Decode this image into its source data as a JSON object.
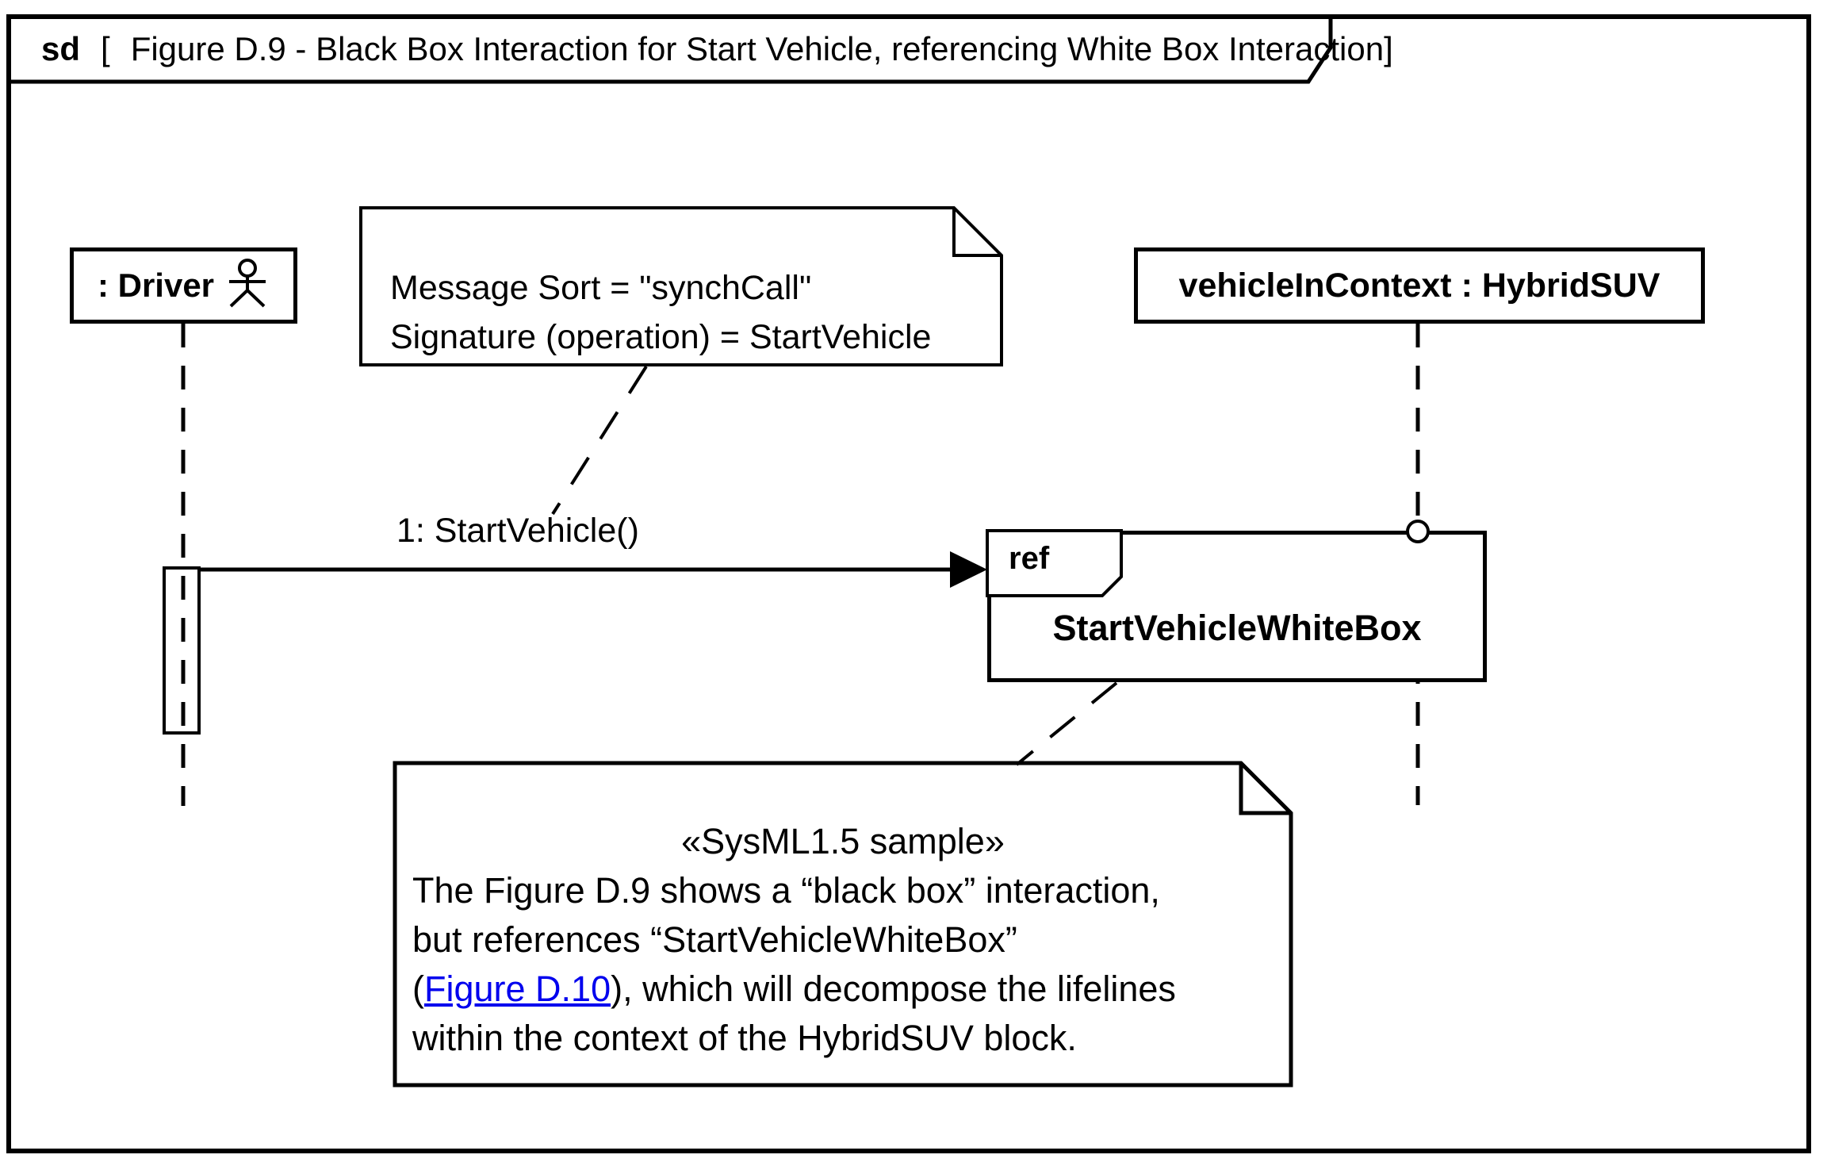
{
  "frame": {
    "keyword": "sd",
    "bracket_open": "[",
    "title": "Figure D.9 - Black Box Interaction for Start Vehicle, referencing White Box Interaction",
    "bracket_close": "]"
  },
  "lifelines": [
    {
      "id": "driver",
      "label": ": Driver",
      "icon": "actor-icon"
    },
    {
      "id": "vehicle",
      "label": "vehicleInContext : HybridSUV"
    }
  ],
  "message": {
    "label": "1: StartVehicle()"
  },
  "ref_fragment": {
    "operator": "ref",
    "name": "StartVehicleWhiteBox"
  },
  "notes": [
    {
      "lines": [
        "Message Sort = \"synchCall\"",
        "Signature (operation) = StartVehicle"
      ]
    },
    {
      "stereotype": "«SysML1.5 sample»",
      "line1": "The Figure D.9 shows a “black box” interaction,",
      "line2": "but references “StartVehicleWhiteBox”",
      "line3_prefix": "(",
      "line3_link": "Figure D.10",
      "line3_suffix": "), which will decompose the lifelines",
      "line4": "within the context of the HybridSUV block."
    }
  ],
  "colors": {
    "line": "#000000",
    "background": "#ffffff",
    "link": "#0000ee"
  }
}
